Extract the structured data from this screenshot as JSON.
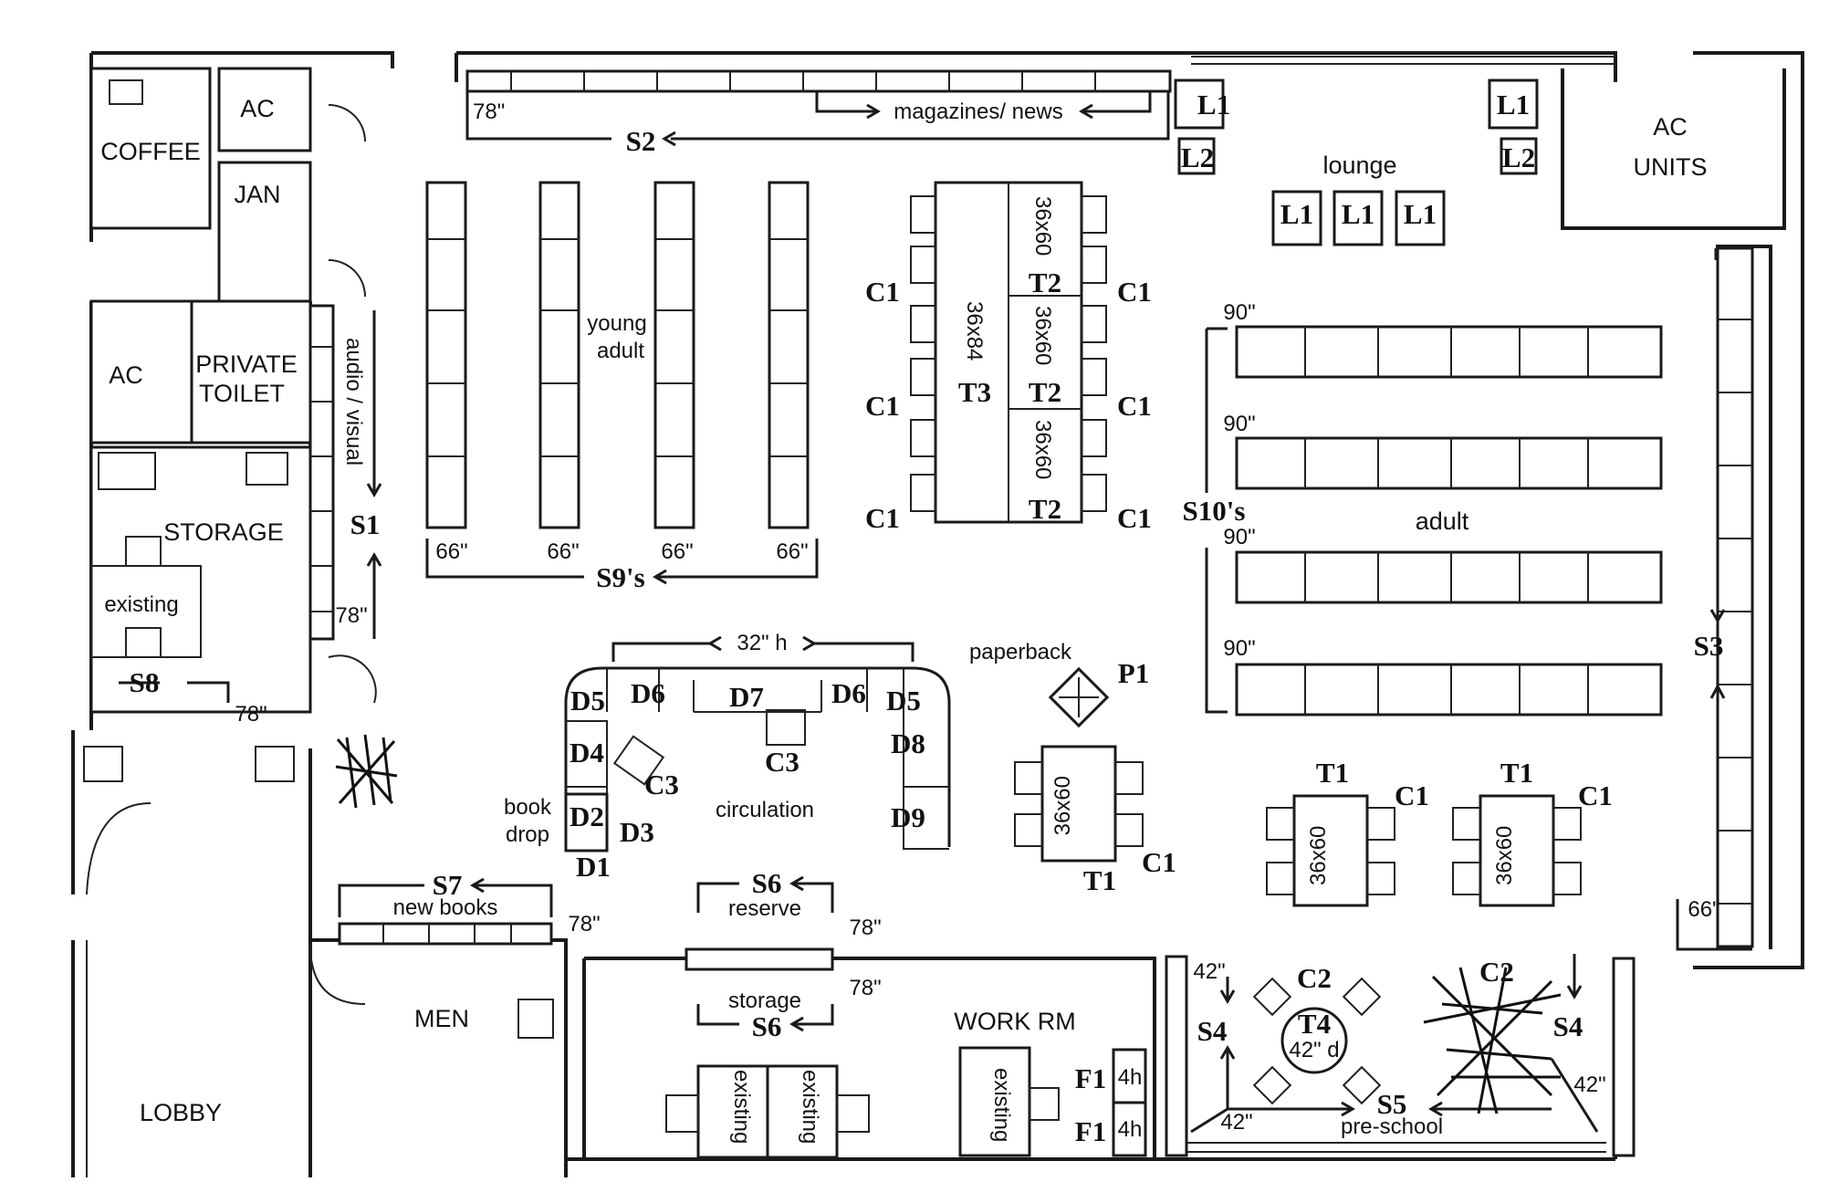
{
  "rooms": {
    "coffee": "COFFEE",
    "ac_top": "AC",
    "jan": "JAN",
    "ac_left": "AC",
    "private_toilet_1": "PRIVATE",
    "private_toilet_2": "TOILET",
    "storage": "STORAGE",
    "existing_storage": "existing",
    "lobby": "LOBBY",
    "men": "MEN",
    "work_rm": "WORK RM",
    "ac_units_1": "AC",
    "ac_units_2": "UNITS"
  },
  "areas": {
    "magazines": "magazines/ news",
    "lounge": "lounge",
    "young_adult_1": "young",
    "young_adult_2": "adult",
    "adult": "adult",
    "audio_visual": "audio / visual",
    "circulation": "circulation",
    "paperback": "paperback",
    "book_drop_1": "book",
    "book_drop_2": "drop",
    "new_books": "new books",
    "reserve": "reserve",
    "storage_s6": "storage",
    "pre_school": "pre-school",
    "counter_height": "32\" h"
  },
  "shelves": {
    "s1": "S1",
    "s2": "S2",
    "s3": "S3",
    "s4": "S4",
    "s5": "S5",
    "s6": "S6",
    "s7": "S7",
    "s8": "S8",
    "s9": "S9's",
    "s10": "S10's"
  },
  "furniture": {
    "l1": "L1",
    "l2": "L2",
    "c1": "C1",
    "c2": "C2",
    "c3": "C3",
    "t1": "T1",
    "t2": "T2",
    "t3": "T3",
    "t4": "T4",
    "d1": "D1",
    "d2": "D2",
    "d3": "D3",
    "d4": "D4",
    "d5": "D5",
    "d6": "D6",
    "d7": "D7",
    "d8": "D8",
    "d9": "D9",
    "f1": "F1",
    "p1": "P1",
    "existing": "existing",
    "drawer_4h": "4h"
  },
  "dimensions": {
    "d78": "78\"",
    "d66": "66\"",
    "d90": "90\"",
    "d42": "42\"",
    "d42d": "42\" d",
    "t36x60": "36x60",
    "t36x84": "36x84"
  }
}
